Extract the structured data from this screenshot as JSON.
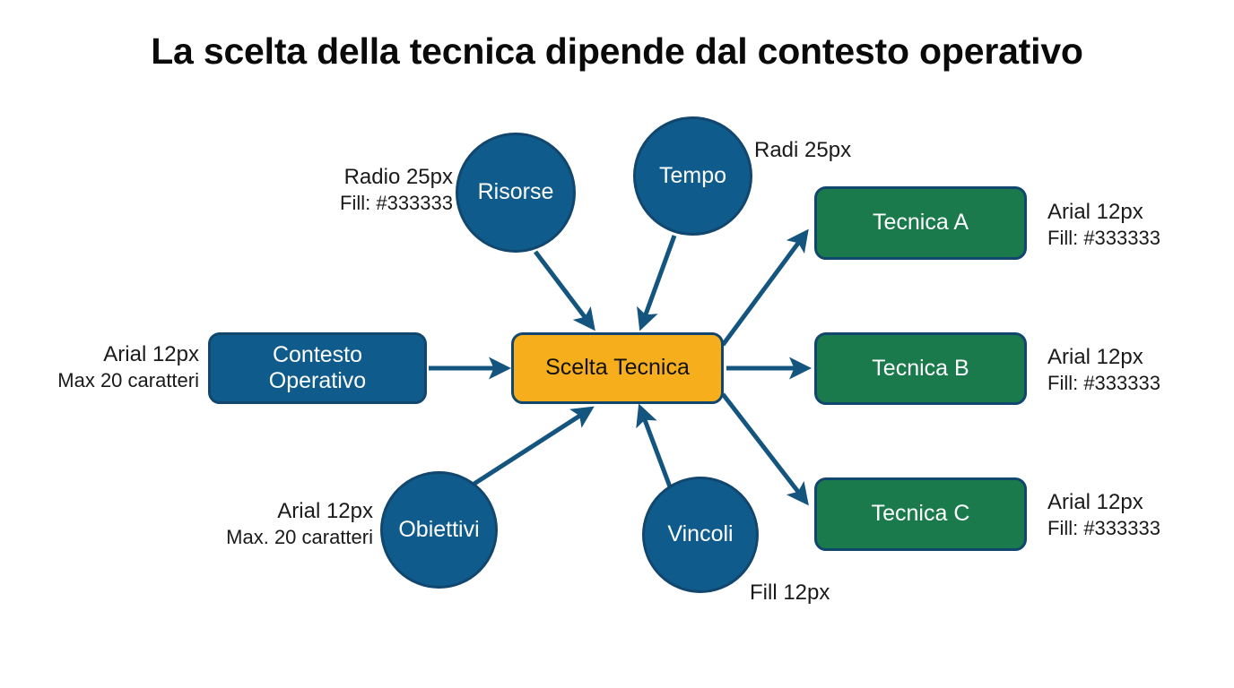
{
  "page": {
    "title": "La scelta della tecnica dipende dal contesto operativo",
    "background": "#ffffff"
  },
  "palette": {
    "blue_fill": "#0f5c8c",
    "green_fill": "#1b7a4c",
    "center_fill": "#f6ae1c",
    "stroke": "#11466e",
    "arrow": "#14557f",
    "text_dark": "#333333",
    "text_light": "#ffffff"
  },
  "nodes": {
    "center": {
      "label": "Scelta Tecnica",
      "shape": "rounded-rect",
      "fill": "#f6ae1c"
    },
    "input_box": {
      "label_line1": "Contesto",
      "label_line2": "Operativo",
      "shape": "rounded-rect",
      "fill": "#0f5c8c"
    },
    "circles": [
      {
        "id": "risorse",
        "label": "Risorse",
        "fill": "#0f5c8c"
      },
      {
        "id": "tempo",
        "label": "Tempo",
        "fill": "#0f5c8c"
      },
      {
        "id": "obiettivi",
        "label": "Obiettivi",
        "fill": "#0f5c8c"
      },
      {
        "id": "vincoli",
        "label": "Vincoli",
        "fill": "#0f5c8c"
      }
    ],
    "outputs": [
      {
        "id": "tecnica-a",
        "label": "Tecnica A",
        "fill": "#1b7a4c"
      },
      {
        "id": "tecnica-b",
        "label": "Tecnica B",
        "fill": "#1b7a4c"
      },
      {
        "id": "tecnica-c",
        "label": "Tecnica C",
        "fill": "#1b7a4c"
      }
    ]
  },
  "annotations": {
    "risorse_spec": {
      "line1": "Radio 25px",
      "line2": "Fill: #333333"
    },
    "tempo_spec": {
      "line1": "Radi 25px"
    },
    "contesto_spec": {
      "line1": "Arial 12px",
      "line2": "Max 20 caratteri"
    },
    "obiettivi_spec": {
      "line1": "Arial 12px",
      "line2": "Max. 20 caratteri"
    },
    "vincoli_spec": {
      "line1": "Fill 12px"
    },
    "tecnica_a_spec": {
      "line1": "Arial 12px",
      "line2": "Fill: #333333"
    },
    "tecnica_b_spec": {
      "line1": "Arial 12px",
      "line2": "Fill: #333333"
    },
    "tecnica_c_spec": {
      "line1": "Arial 12px",
      "line2": "Fill: #333333"
    }
  }
}
